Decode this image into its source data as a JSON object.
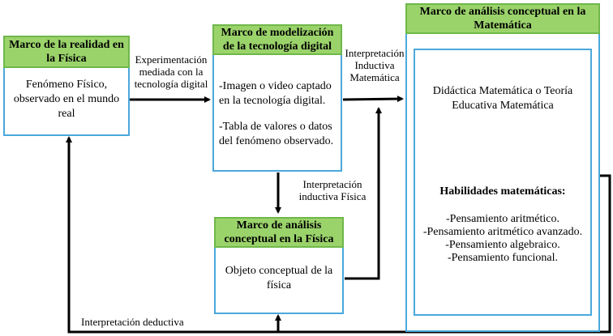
{
  "boxes": {
    "reality": {
      "header": "Marco de la realidad en la Física",
      "body": "Fenómeno Físico, observado en el mundo real"
    },
    "modeling": {
      "header": "Marco de modelización de la tecnología digital",
      "body_line1": "-Imagen o video captado en la tecnología digital.",
      "body_line2": "-Tabla de valores o datos del fenómeno observado."
    },
    "physics_analysis": {
      "header": "Marco de análisis conceptual en la Física",
      "body": "Objeto conceptual de la física"
    },
    "math_analysis": {
      "header": "Marco de análisis conceptual en la Matemática",
      "body_intro": "Didáctica Matemática o Teoría Educativa Matemática",
      "skills_title": "Habilidades matemáticas:",
      "skills": [
        "-Pensamiento aritmético.",
        "-Pensamiento aritmético avanzado.",
        "-Pensamiento algebraico.",
        "-Pensamiento funcional."
      ]
    }
  },
  "arrow_labels": {
    "experimentation": "Experimentación mediada con la tecnología digital",
    "inductive_math": "Interpretación Inductiva Matemática",
    "inductive_physics": "Interpretación inductiva Física",
    "deductive": "Interpretación deductiva"
  },
  "colors": {
    "header_fill": "#9bd36b",
    "header_border": "#6fb84a",
    "box_border": "#4aa8dc",
    "arrow": "#000000"
  }
}
